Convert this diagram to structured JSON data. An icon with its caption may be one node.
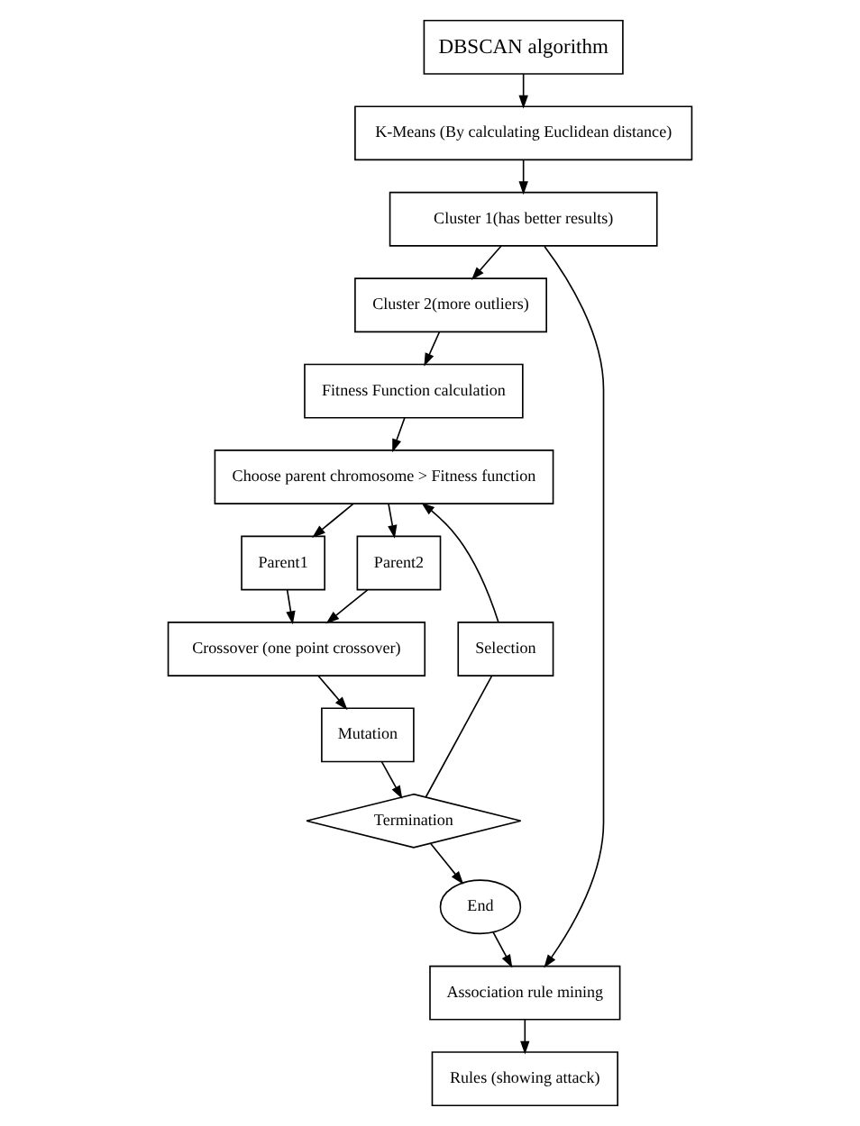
{
  "diagram": {
    "nodes": [
      {
        "text": [
          "DBSCAN algorithm"
        ]
      },
      {
        "text": [
          "K-Means (By calculating Euclidean distance)"
        ]
      },
      {
        "text": [
          "Cluster 1(has better results)"
        ]
      },
      {
        "text": [
          "Cluster 2(more outliers)"
        ]
      },
      {
        "text": [
          "Fitness Function calculation"
        ]
      },
      {
        "text": [
          "Choose parent chromosome > Fitness function"
        ]
      },
      {
        "text": [
          "Parent1"
        ]
      },
      {
        "text": [
          "Parent2"
        ]
      },
      {
        "text": [
          "Crossover (one point crossover)"
        ]
      },
      {
        "text": [
          "Selection"
        ]
      },
      {
        "text": [
          "Mutation"
        ]
      },
      {
        "text": [
          "Termination"
        ]
      },
      {
        "text": [
          "End"
        ]
      },
      {
        "text": [
          "Association rule mining"
        ]
      },
      {
        "text": [
          "Rules (showing attack)"
        ]
      }
    ],
    "edges": [
      {
        "from": 0,
        "to": 1,
        "arrow": "to"
      },
      {
        "from": 1,
        "to": 2,
        "arrow": "to"
      },
      {
        "from": 2,
        "to": 3,
        "arrow": "to"
      },
      {
        "from": 3,
        "to": 4,
        "arrow": "to"
      },
      {
        "from": 4,
        "to": 5,
        "arrow": "to"
      },
      {
        "from": 5,
        "to": 6,
        "arrow": "to"
      },
      {
        "from": 5,
        "to": 7,
        "arrow": "to"
      },
      {
        "from": 6,
        "to": 8,
        "arrow": "to"
      },
      {
        "from": 7,
        "to": 8,
        "arrow": "to"
      },
      {
        "from": 8,
        "to": 10,
        "arrow": "to"
      },
      {
        "from": 10,
        "to": 11,
        "arrow": "to"
      },
      {
        "from": 11,
        "to": 9,
        "arrow": "none"
      },
      {
        "from": 9,
        "to": 5,
        "arrow": "to"
      },
      {
        "from": 11,
        "to": 12,
        "arrow": "to"
      },
      {
        "from": 2,
        "to": 13,
        "arrow": "to"
      },
      {
        "from": 12,
        "to": 13,
        "arrow": "to"
      },
      {
        "from": 13,
        "to": 14,
        "arrow": "to"
      }
    ]
  }
}
